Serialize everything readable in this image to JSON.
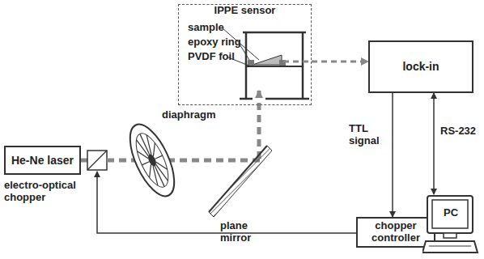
{
  "diagram": {
    "nodes": [
      {
        "text": [
          "IPPE sensor"
        ]
      },
      {
        "text": [
          "lock-in"
        ]
      },
      {
        "text": [
          "chopper controller"
        ]
      },
      {
        "text": [
          "He-Ne laser"
        ]
      },
      {
        "text": [
          "PC"
        ]
      }
    ],
    "edges": [
      {
        "from": 0,
        "to": 1,
        "arrow": "to"
      },
      {
        "from": 1,
        "to": 2,
        "label": "TTL signal",
        "arrow": "to"
      },
      {
        "from": 1,
        "to": 4,
        "label": "RS-232",
        "arrow": "both"
      }
    ],
    "labels": [
      "sample",
      "epoxy ring",
      "PVDF foil",
      "electro-optical chopper",
      "diaphragm",
      "plane mirror"
    ]
  }
}
